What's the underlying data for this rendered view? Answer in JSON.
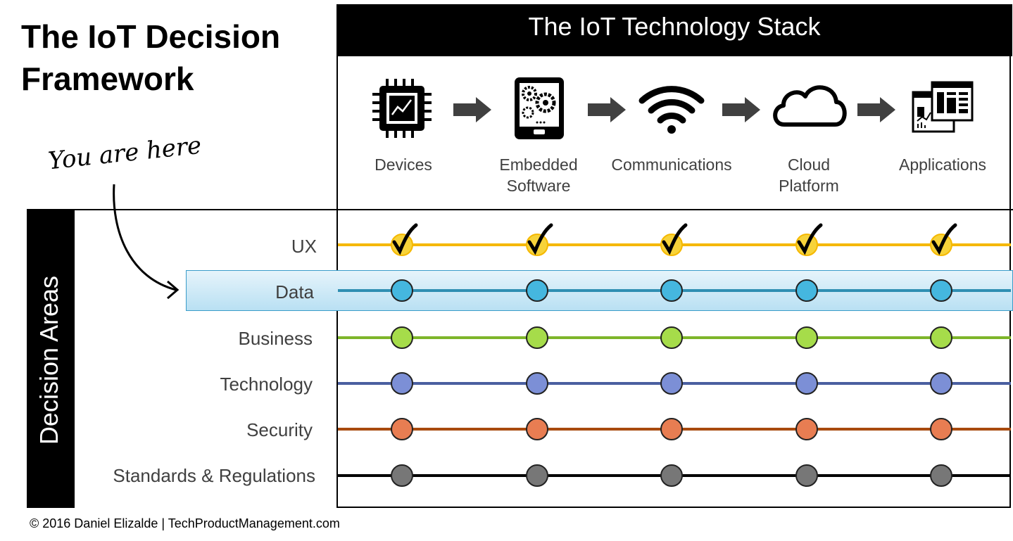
{
  "title": "The IoT Decision Framework",
  "stack_title": "The IoT Technology Stack",
  "decision_areas_label": "Decision Areas",
  "annotation": "You are here",
  "footer": "© 2016 Daniel Elizalde | TechProductManagement.com",
  "stages": [
    {
      "label_line1": "Devices",
      "label_line2": "",
      "icon": "chip-icon"
    },
    {
      "label_line1": "Embedded",
      "label_line2": "Software",
      "icon": "tablet-gears-icon"
    },
    {
      "label_line1": "Communications",
      "label_line2": "",
      "icon": "wifi-icon"
    },
    {
      "label_line1": "Cloud",
      "label_line2": "Platform",
      "icon": "cloud-icon"
    },
    {
      "label_line1": "Applications",
      "label_line2": "",
      "icon": "dashboard-windows-icon"
    }
  ],
  "rows": [
    {
      "label": "UX",
      "color": "#f5b800",
      "marker": "check",
      "fill": "#f7d33a"
    },
    {
      "label": "Data",
      "color": "#2f8fb2",
      "marker": "dot",
      "fill": "#45b7df",
      "highlighted": true
    },
    {
      "label": "Business",
      "color": "#7eb52a",
      "marker": "dot",
      "fill": "#a6dc4a"
    },
    {
      "label": "Technology",
      "color": "#4a5fa0",
      "marker": "dot",
      "fill": "#7c8fd6"
    },
    {
      "label": "Security",
      "color": "#a84a0e",
      "marker": "dot",
      "fill": "#e87d52"
    },
    {
      "label": "Standards & Regulations",
      "color": "#000000",
      "marker": "dot",
      "fill": "#777777"
    }
  ]
}
